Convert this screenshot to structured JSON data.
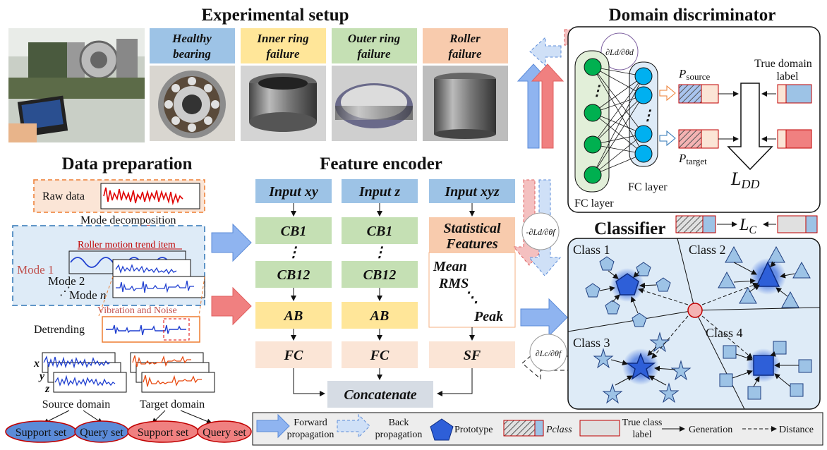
{
  "sections": {
    "experimental_setup": "Experimental setup",
    "domain_discriminator": "Domain discriminator",
    "data_preparation": "Data preparation",
    "feature_encoder": "Feature encoder",
    "classifier": "Classifier"
  },
  "bearings": {
    "healthy": [
      "Healthy",
      "bearing"
    ],
    "inner": [
      "Inner ring",
      "failure"
    ],
    "outer": [
      "Outer ring",
      "failure"
    ],
    "roller": [
      "Roller",
      "failure"
    ]
  },
  "data_prep": {
    "raw_data": "Raw data",
    "mode_decomposition": "Mode decomposition",
    "roller_trend": "Roller motion trend item",
    "mode1": "Mode 1",
    "mode2": "Mode 2",
    "mode_n_prefix": "Mode ",
    "mode_n_suffix": "n",
    "vibration_noise": "Vibration and Noise",
    "detrending": "Detrending",
    "axis_x": "x",
    "axis_y": "y",
    "axis_z": "z",
    "source_domain": "Source domain",
    "target_domain": "Target domain",
    "support_set_1": "Support set",
    "query_set_1": "Query set",
    "support_set_2": "Support set",
    "query_set_2": "Query set"
  },
  "encoder": {
    "input_xy": "Input xy",
    "input_z": "Input z",
    "input_xyz": "Input xyz",
    "cb1_a": "CB1",
    "cb1_b": "CB1",
    "cb12_a": "CB12",
    "cb12_b": "CB12",
    "ab_a": "AB",
    "ab_b": "AB",
    "fc_a": "FC",
    "fc_b": "FC",
    "stat_1": "Statistical",
    "stat_2": "Features",
    "mean": "Mean",
    "rms": "RMS",
    "peak": "Peak",
    "sf": "SF",
    "concatenate": "Concatenate"
  },
  "discriminator": {
    "grad": "∂Ld/∂θd",
    "p_source_p": "P",
    "p_source_sub": "source",
    "p_target_p": "P",
    "p_target_sub": "target",
    "true_label_1": "True domain",
    "true_label_2": "label",
    "fc_layer_outer": "FC layer",
    "fc_layer_inner": "FC layer",
    "loss_main": "L",
    "loss_sub": "DD"
  },
  "gradients": {
    "ld_theta_f": "-∂Ld/∂θf",
    "lc_theta_f": "∂Lc/∂θf"
  },
  "classifier": {
    "loss_main": "L",
    "loss_sub": "C",
    "class1": "Class 1",
    "class2": "Class 2",
    "class3": "Class 3",
    "class4": "Class 4"
  },
  "legend": {
    "forward_1": "Forward",
    "forward_2": "propagation",
    "back_1": "Back",
    "back_2": "propagation",
    "prototype": "Prototype",
    "pclass": "Pclass",
    "true_class_1": "True class",
    "true_class_2": "label",
    "generation": "Generation",
    "distance": "Distance"
  },
  "colors": {
    "blue_block": "#9dc3e6",
    "green_block": "#c5e0b4",
    "yellow_block": "#ffe699",
    "orange_block": "#f8cbad",
    "pale_orange": "#fbe5d6",
    "gray_block": "#d6dce4",
    "red_signal": "#e00000",
    "blue_signal": "#1f3fd0",
    "support_fill": "#5b8bd8",
    "query_fill": "#f08080"
  }
}
